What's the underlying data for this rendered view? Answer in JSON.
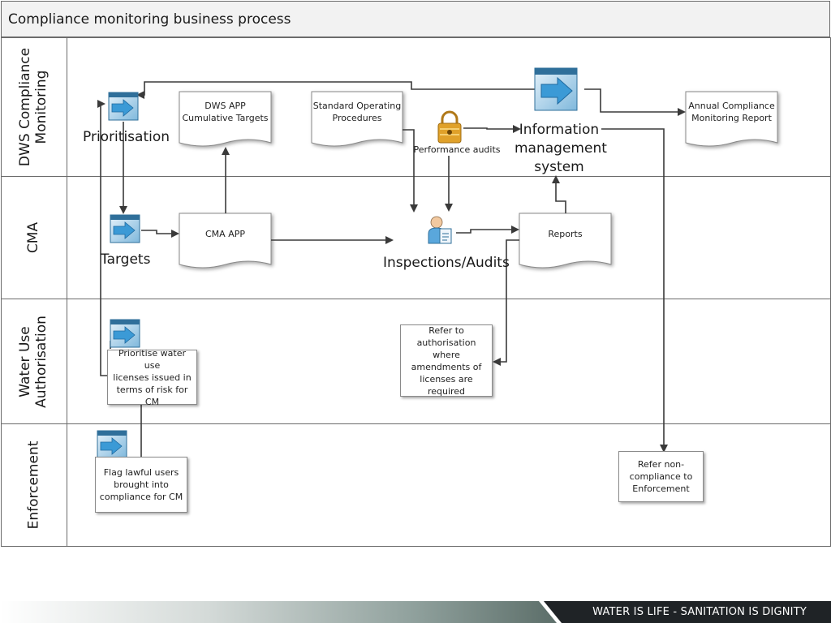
{
  "title": "Compliance monitoring business process",
  "lanes": [
    {
      "label": "DWS Compliance\nMonitoring"
    },
    {
      "label": "CMA"
    },
    {
      "label": "Water Use\nAuthorisation"
    },
    {
      "label": "Enforcement"
    }
  ],
  "nodes": {
    "prioritisation": "Prioritisation",
    "dws_app": "DWS APP\nCumulative Targets",
    "sop": "Standard Operating\nProcedures",
    "performance_audits": "Performance audits",
    "ims": "Information\nmanagement\nsystem",
    "annual_report": "Annual Compliance\nMonitoring Report",
    "targets": "Targets",
    "cma_app": "CMA APP",
    "inspections": "Inspections/Audits",
    "reports": "Reports",
    "prioritise_licenses": "Prioritise water use\nlicenses issued in\nterms of risk for CM",
    "refer_authorisation": "Refer to\nauthorisation where\namendments of\nlicenses are\nrequired",
    "flag_users": "Flag lawful users\nbrought into\ncompliance for CM",
    "refer_enforcement": "Refer non-\ncompliance to\nEnforcement"
  },
  "footer": {
    "slogan": "WATER IS LIFE - SANITATION IS DIGNITY"
  },
  "colors": {
    "icon_blue": "#2f8bc4",
    "icon_light": "#cfe6f4",
    "arrow": "#3a3a3a",
    "lock_gold": "#e0a12a",
    "footer_dark": "#1f2326"
  }
}
